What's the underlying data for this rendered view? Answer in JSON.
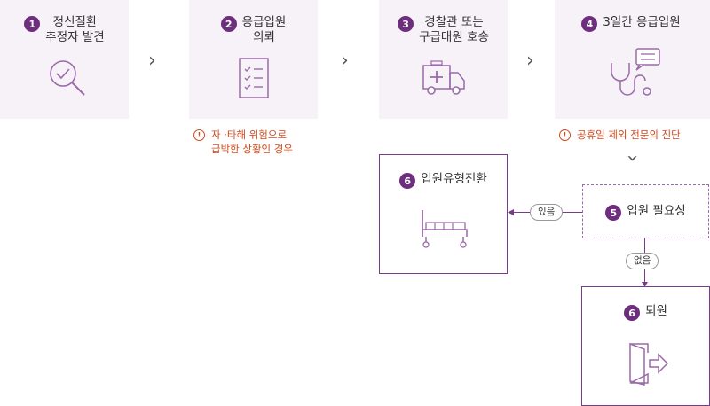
{
  "steps": [
    {
      "num": "1",
      "title_line1": "정신질환",
      "title_line2": "추정자 발견"
    },
    {
      "num": "2",
      "title_line1": "응급입원",
      "title_line2": "의뢰"
    },
    {
      "num": "3",
      "title_line1": "경찰관 또는",
      "title_line2": "구급대원 호송"
    },
    {
      "num": "4",
      "title_line1": "3일간 응급입원"
    },
    {
      "num": "5",
      "title_line1": "입원 필요성"
    },
    {
      "num": "6",
      "title_line1": "입원유형전환"
    },
    {
      "num": "6",
      "title_line1": "퇴원"
    }
  ],
  "notes": {
    "step2_line1": "자 ·타해 위험으로",
    "step2_line2": "급박한 상황인 경우",
    "step4": "공휴일 제외 전문의 진단",
    "warn_glyph": "!"
  },
  "labels": {
    "yes": "있음",
    "no": "없음"
  },
  "icons": [
    "magnifier-check-icon",
    "checklist-document-icon",
    "ambulance-icon",
    "stethoscope-chat-icon",
    "hospital-bed-icon",
    "exit-door-icon"
  ],
  "colors": {
    "accent": "#6d2e7e",
    "box_fill": "#f7f1f8",
    "warning": "#d2491c",
    "border": "#7b3b8c"
  }
}
